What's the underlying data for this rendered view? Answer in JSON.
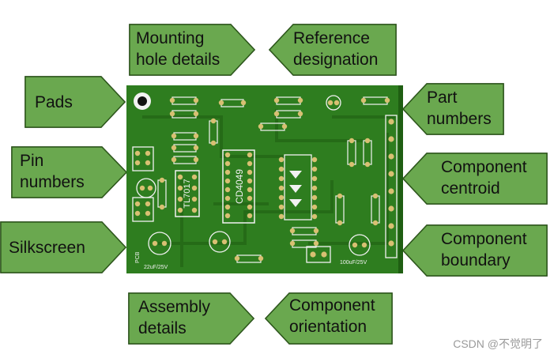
{
  "labels": {
    "mounting_hole": [
      "Mounting",
      "hole details"
    ],
    "reference_designation": [
      "Reference",
      "designation"
    ],
    "pads": [
      "Pads"
    ],
    "part_numbers": [
      "Part",
      "numbers"
    ],
    "pin_numbers": [
      "Pin",
      "numbers"
    ],
    "component_centroid": [
      "Component",
      "centroid"
    ],
    "silkscreen": [
      "Silkscreen"
    ],
    "component_boundary": [
      "Component",
      "boundary"
    ],
    "assembly_details": [
      "Assembly",
      "details"
    ],
    "component_orientation": [
      "Component",
      "orientation"
    ]
  },
  "board": {
    "chip_ic1": "CD4049",
    "chip_ic2": "TL7017",
    "silk_cap1": "100uF/25V",
    "silk_cap2": "22uF/25V",
    "silk_pcb": "PCB"
  },
  "watermark": "CSDN @不觉明了",
  "colors": {
    "callout_fill": "#6aa84f",
    "callout_stroke": "#2e5a1c",
    "board_green": "#2e7d1f",
    "board_dark": "#1f5e12",
    "pad_gold": "#d8c072",
    "silk_white": "#f2f2f2"
  }
}
